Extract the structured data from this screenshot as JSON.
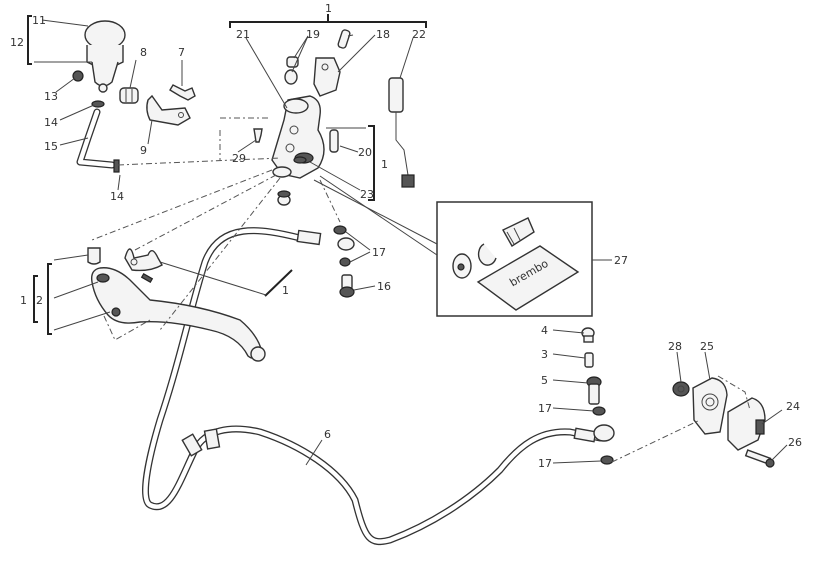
{
  "diagram": {
    "title": "Clutch master cylinder exploded view",
    "callouts": {
      "c1_top": "1",
      "c1_right": "1",
      "c1_left": "1",
      "c1_lever": "1",
      "c2": "2",
      "c3": "3",
      "c4": "4",
      "c5": "5",
      "c6": "6",
      "c7": "7",
      "c8": "8",
      "c9": "9",
      "c11": "11",
      "c12": "12",
      "c13": "13",
      "c14_a": "14",
      "c14_b": "14",
      "c15": "15",
      "c16": "16",
      "c17_a": "17",
      "c17_b": "17",
      "c17_c": "17",
      "c18": "18",
      "c19": "19",
      "c20": "20",
      "c21": "21",
      "c22": "22",
      "c23": "23",
      "c24": "24",
      "c25": "25",
      "c26": "26",
      "c27": "27",
      "c28": "28",
      "c29": "29"
    },
    "kit_box": {
      "label": "27",
      "card_text": "brembo"
    }
  }
}
